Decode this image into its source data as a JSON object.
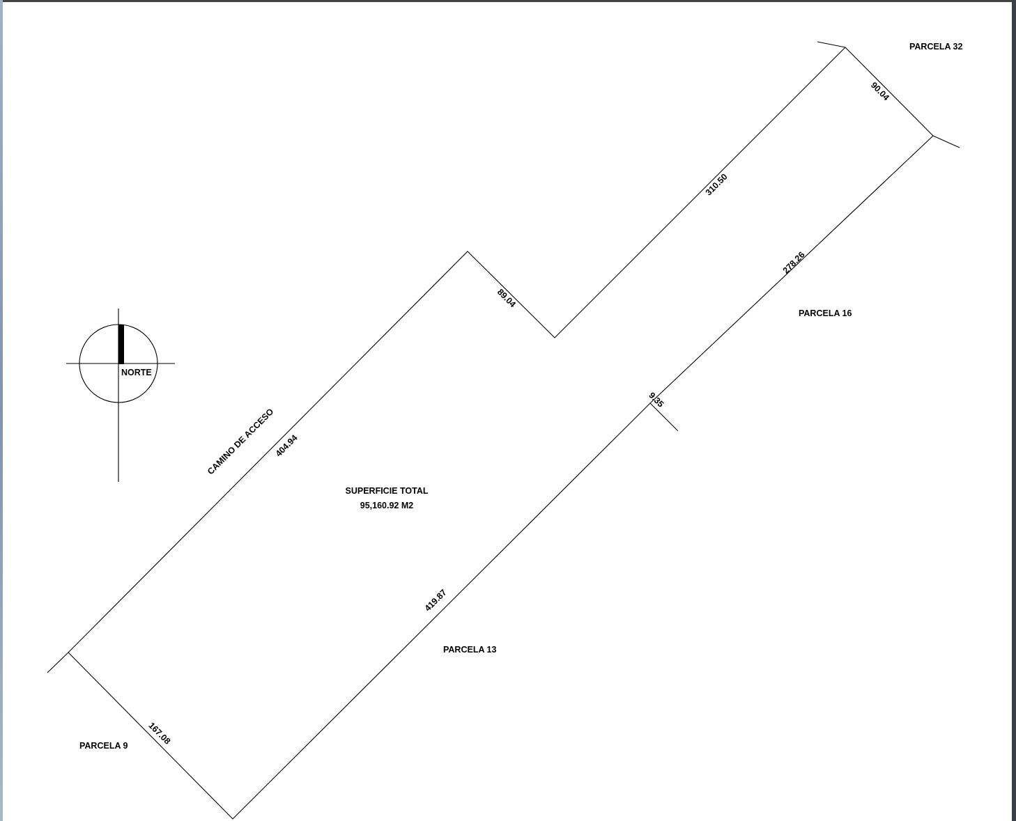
{
  "plan": {
    "north_label": "NORTE",
    "access_road_label": "CAMINO DE  ACCESO",
    "area_title": "SUPERFICIE TOTAL",
    "area_value": "95,160.92 M2",
    "neighbors": {
      "parcela_32": "PARCELA 32",
      "parcela_16": "PARCELA 16",
      "parcela_13": "PARCELA 13",
      "parcela_9": "PARCELA 9"
    },
    "dimensions": {
      "d_90_04": "90.04",
      "d_310_50": "310.50",
      "d_278_26": "278.26",
      "d_89_04": "89.04",
      "d_9_35": "9.35",
      "d_404_94": "404.94",
      "d_419_87": "419.87",
      "d_167_08": "167.08"
    }
  },
  "colors": {
    "paper": "#ffffff",
    "ink": "#000000",
    "viewer_background": "#c9d3de"
  }
}
